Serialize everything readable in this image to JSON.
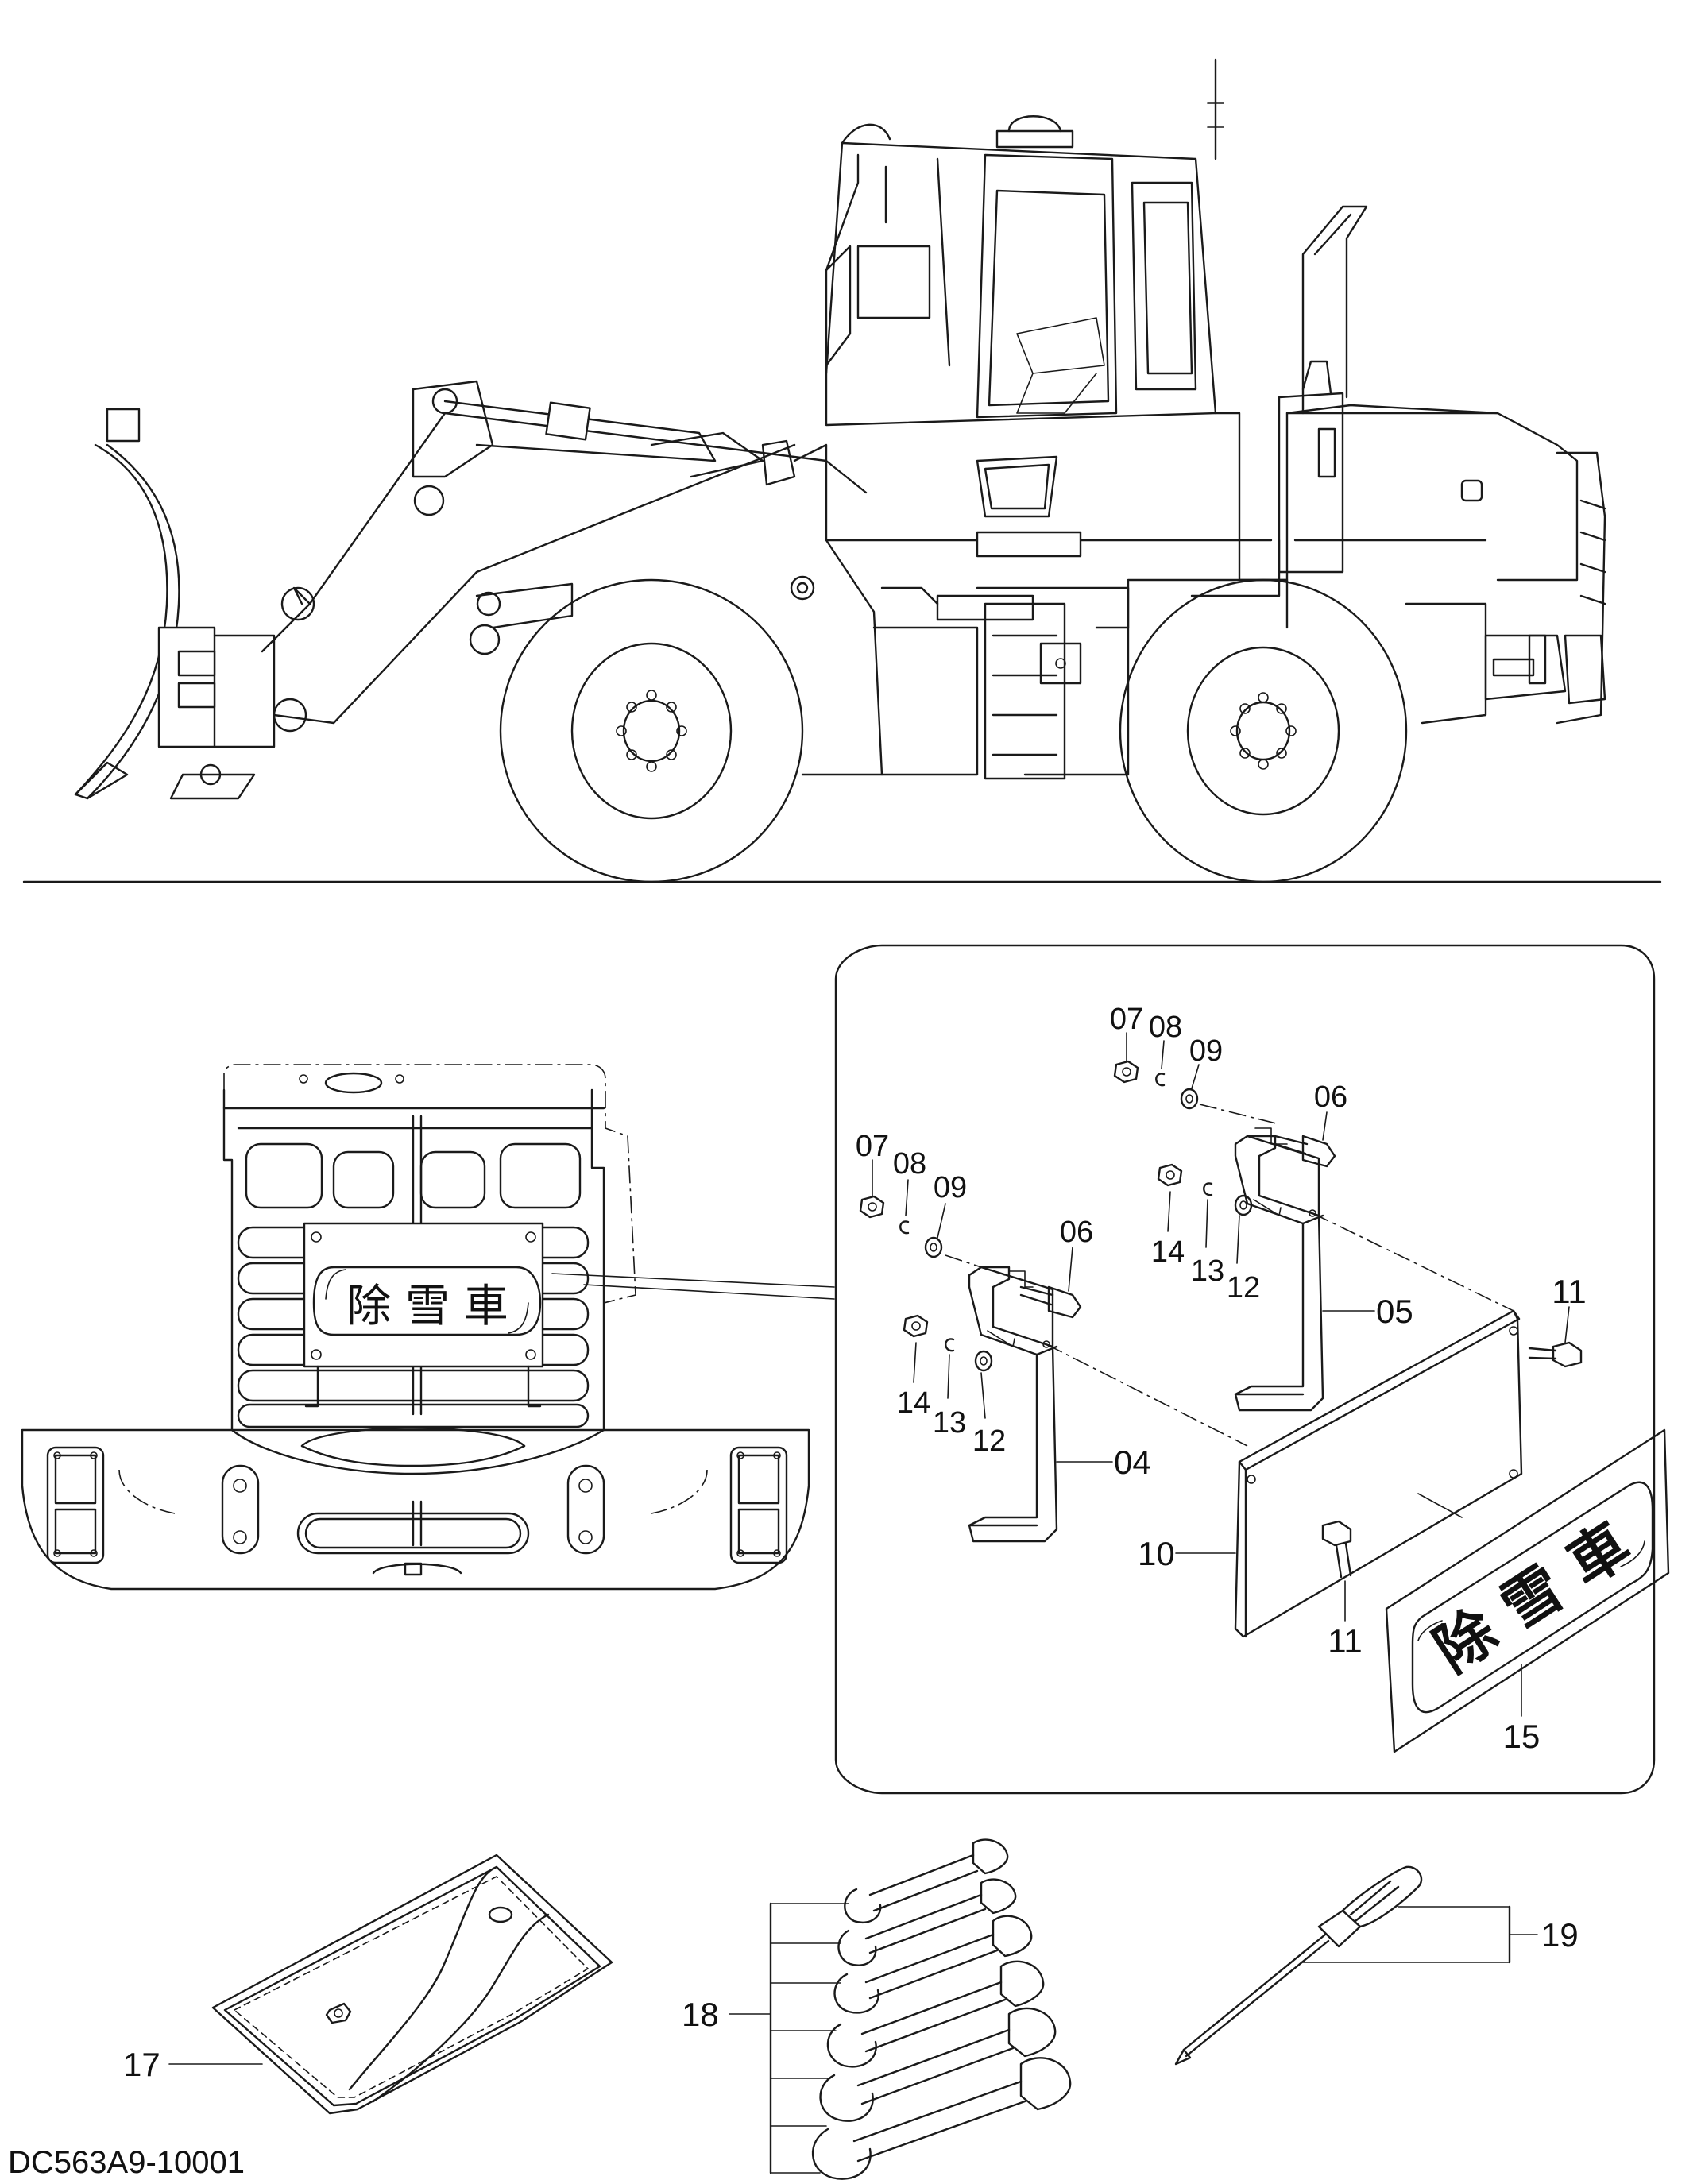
{
  "drawing_code": "DC563A9-10001",
  "plate_text": "除 雪 車",
  "callouts": {
    "nut_a": "07",
    "washer_a": "08",
    "washer_b": "09",
    "bolt_a": "06",
    "nut_b": "07",
    "washer_c": "08",
    "washer_d": "09",
    "bolt_b": "06",
    "nut_c": "14",
    "ring_c": "13",
    "washer_e": "12",
    "nut_d": "14",
    "ring_d": "13",
    "washer_f": "12",
    "bracket_right": "05",
    "bracket_left": "04",
    "bolt_plate_top": "11",
    "bolt_plate_bottom": "11",
    "plate_back": "10",
    "plate_decal": "15",
    "tool_bag": "17",
    "wrench_set": "18",
    "screwdriver": "19"
  }
}
